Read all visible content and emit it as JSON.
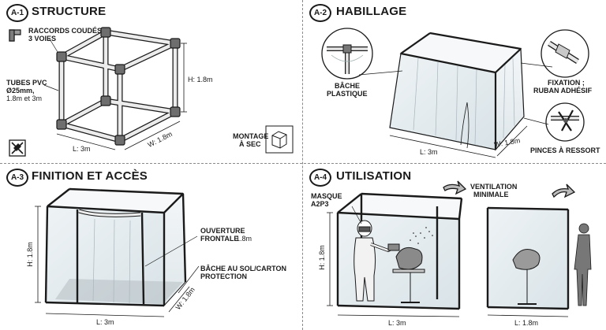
{
  "panels": [
    {
      "badge": "A-1",
      "title": "STRUCTURE"
    },
    {
      "badge": "A-2",
      "title": "HABILLAGE"
    },
    {
      "badge": "A-3",
      "title": "FINITION ET ACCÈS"
    },
    {
      "badge": "A-4",
      "title": "UTILISATION"
    }
  ],
  "a1": {
    "fittings_label_1": "RACCORDS COUDÉS",
    "fittings_label_2": "3 VOIES",
    "tubes_label_1": "TUBES PVC",
    "tubes_label_2": "Ø25mm,",
    "tubes_label_3": "1.8m et 3m",
    "height": "H: 1.8m",
    "length": "L: 3m",
    "width": "W: 1.8m",
    "dry_fit_1": "MONTAGE",
    "dry_fit_2": "À SEC"
  },
  "a2": {
    "sheet_label_1": "BÂCHE",
    "sheet_label_2": "PLASTIQUE",
    "fixing_label_1": "FIXATION ;",
    "fixing_label_2": "RUBAN ADHÉSIF",
    "clamps_label": "PINCES À RESSORT",
    "length": "L: 3m",
    "width": "W: 1.8m"
  },
  "a3": {
    "opening_label_1": "OUVERTURE",
    "opening_label_2": "FRONTALE",
    "opening_size": "1.8m",
    "floor_label_1": "BÂCHE AU SOL/CARTON",
    "floor_label_2": "PROTECTION",
    "height": "H: 1.8m",
    "length": "L: 3m",
    "width": "W: 1.8m"
  },
  "a4": {
    "mask_label_1": "MASQUE",
    "mask_label_2": "A2P3",
    "ventilation_label_1": "VENTILATION",
    "ventilation_label_2": "MINIMALE",
    "height": "H: 1.8m",
    "length": "L: 3m",
    "side_length": "L: 1.8m"
  }
}
